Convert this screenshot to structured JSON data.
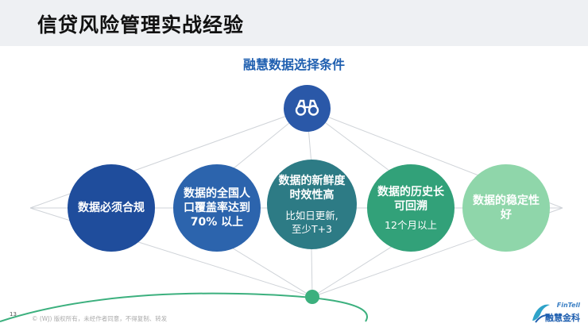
{
  "page": {
    "title": "信贷风险管理实战经验",
    "subtitle": "融慧数据选择条件"
  },
  "nodes": {
    "top_icon": "binoculars-icon",
    "circles": [
      {
        "bold": "数据必须合规",
        "thin": ""
      },
      {
        "bold": "数据的全国人口覆盖率达到70% 以上",
        "thin": ""
      },
      {
        "bold": "数据的新鲜度时效性高",
        "thin": "比如日更新,\n至少T+3"
      },
      {
        "bold": "数据的历史长可回溯",
        "thin": "12个月以上"
      },
      {
        "bold": "数据的稳定性好",
        "thin": ""
      }
    ]
  },
  "footer": {
    "page_number": "13",
    "copyright": "© (WJ) 版权所有，未经作者同意，不得复制、转发"
  },
  "logo": {
    "name_en": "FinTell",
    "name_cn": "融慧金科"
  },
  "colors": {
    "title_blue": "#1f5fb0",
    "top_node": "#2a58a8",
    "bottom_node": "#3cb07e",
    "circle_1": "#1f4d9c",
    "circle_2": "#2c64ad",
    "circle_3": "#2d7b85",
    "circle_4": "#32a179",
    "circle_5": "#8fd6aa"
  }
}
